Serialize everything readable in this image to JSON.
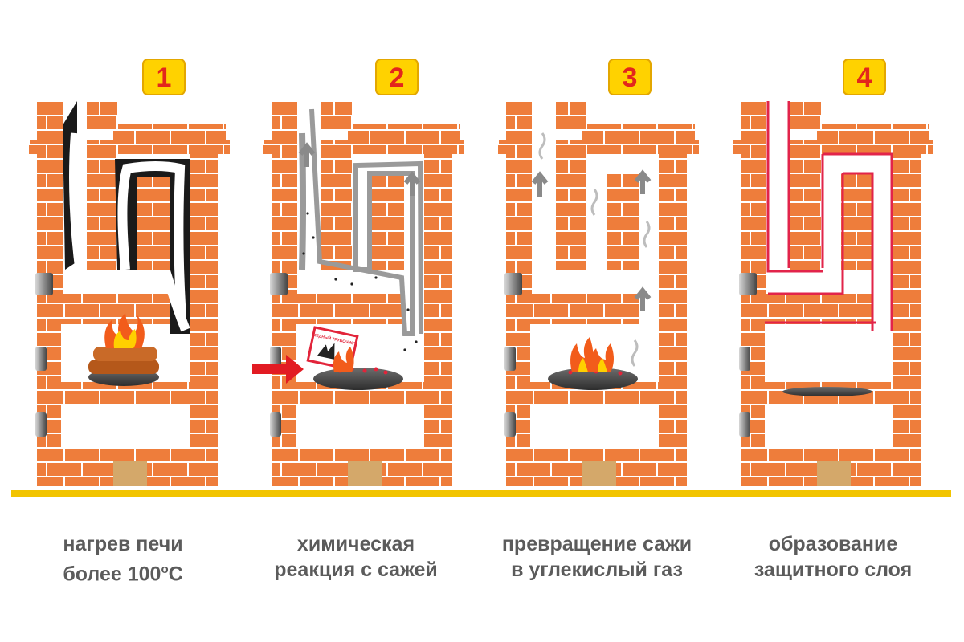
{
  "steps": [
    {
      "number": "1",
      "caption_line1": "нагрев печи",
      "caption_line2_pre": "более 100",
      "caption_sup": "о",
      "caption_line2_post": "С"
    },
    {
      "number": "2",
      "caption_line1": "химическая",
      "caption_line2": "реакция с сажей"
    },
    {
      "number": "3",
      "caption_line1": "превращение сажи",
      "caption_line2": "в углекислый газ"
    },
    {
      "number": "4",
      "caption_line1": "образование",
      "caption_line2": "защитного слоя"
    }
  ],
  "sign_text": "МЕДНЫЙ ТРУБОЧИСТ",
  "colors": {
    "brick": "#ee7d3b",
    "mortar": "#ffffff",
    "soot": "#1a1a1a",
    "ash_gray": "#9a9a9a",
    "protective_layer": "#e2244a",
    "badge": "#ffd200",
    "badge_number": "#e3261c",
    "ground": "#f2c400",
    "ash_pit_door": "#d4a86a",
    "arrow_red": "#e21b23"
  }
}
